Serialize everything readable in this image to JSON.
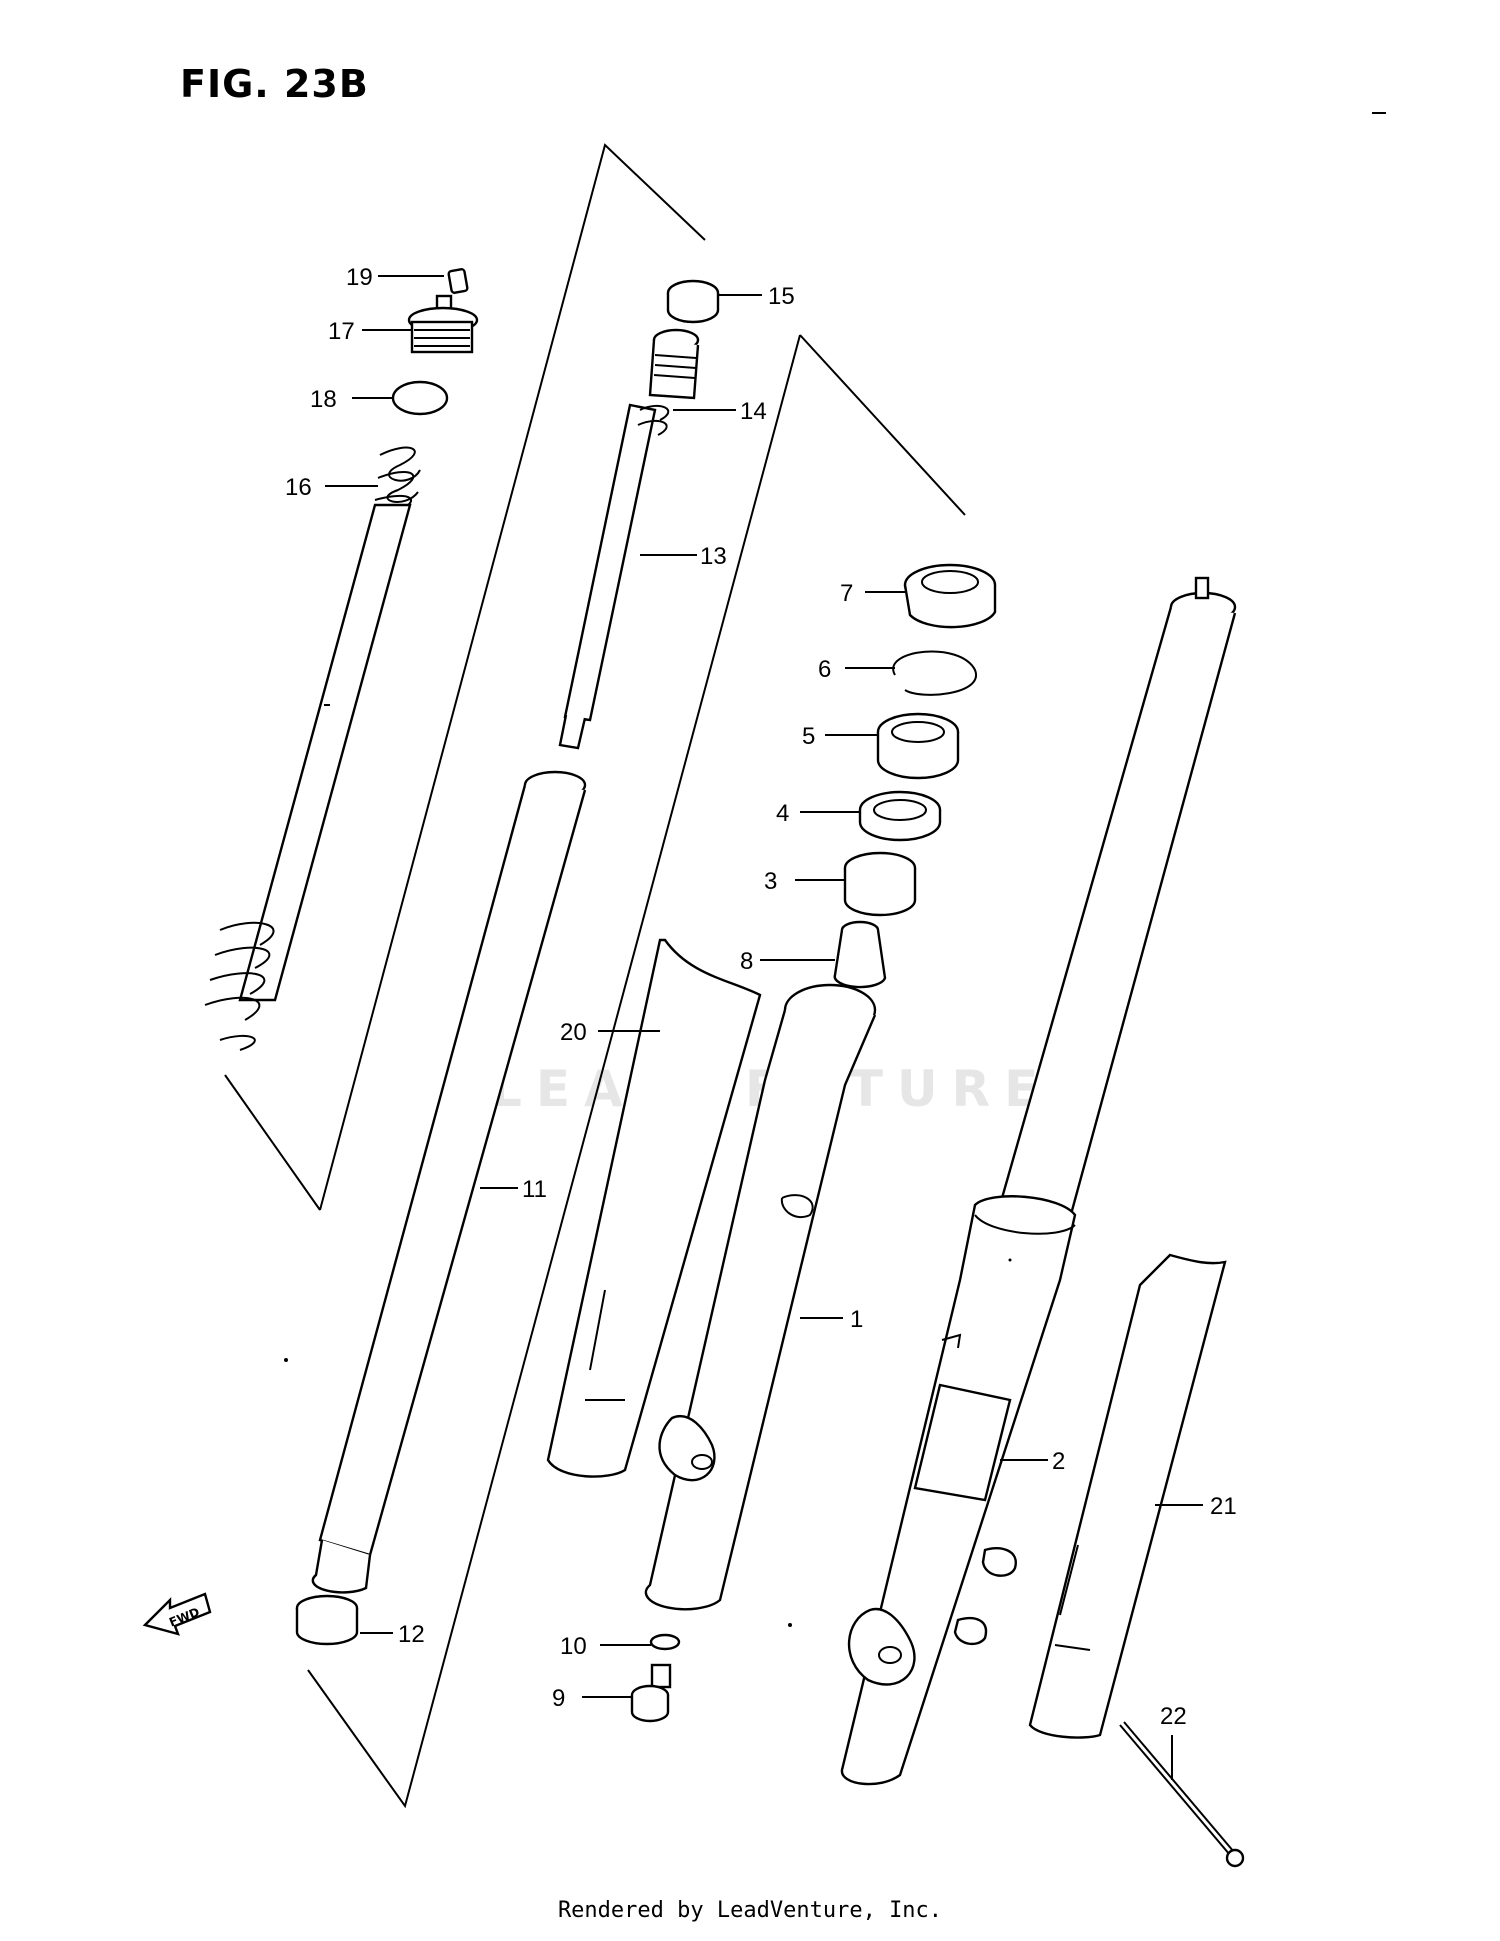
{
  "figure": {
    "title": "FIG. 23B",
    "footer": "Rendered by LeadVenture, Inc.",
    "watermark": "LEADVENTURE",
    "fwd_label": "FWD"
  },
  "callouts": {
    "c1": "1",
    "c2": "2",
    "c3": "3",
    "c4": "4",
    "c5": "5",
    "c6": "6",
    "c7": "7",
    "c8": "8",
    "c9": "9",
    "c10": "10",
    "c11": "11",
    "c12": "12",
    "c13": "13",
    "c14": "14",
    "c15": "15",
    "c16": "16",
    "c17": "17",
    "c18": "18",
    "c19": "19",
    "c20": "20",
    "c21": "21",
    "c22": "22"
  }
}
